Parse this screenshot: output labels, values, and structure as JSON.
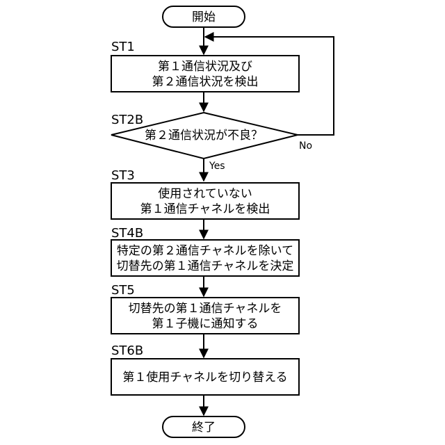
{
  "start": "開始",
  "end": "終了",
  "steps": {
    "st1": {
      "label": "ST1",
      "lines": [
        "第１通信状況及び",
        "第２通信状況を検出"
      ]
    },
    "st2b": {
      "label": "ST2B",
      "lines": [
        "第２通信状況が不良？"
      ],
      "yes": "Yes",
      "no": "No"
    },
    "st3": {
      "label": "ST3",
      "lines": [
        "使用されていない",
        "第１通信チャネルを検出"
      ]
    },
    "st4b": {
      "label": "ST4B",
      "lines": [
        "特定の第２通信チャネルを除いて",
        "切替先の第１通信チャネルを決定"
      ]
    },
    "st5": {
      "label": "ST5",
      "lines": [
        "切替先の第１通信チャネルを",
        "第１子機に通知する"
      ]
    },
    "st6b": {
      "label": "ST6B",
      "lines": [
        "第１使用チャネルを切り替える"
      ]
    }
  }
}
